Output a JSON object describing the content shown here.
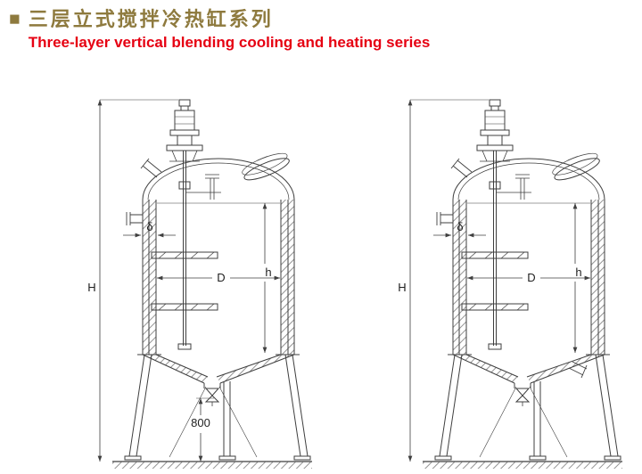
{
  "header": {
    "bullet_icon": "■",
    "title_zh": "三层立式搅拌冷热缸系列",
    "title_en": "Three-layer vertical blending cooling and heating series"
  },
  "colors": {
    "title_accent": "#8e7a3e",
    "title_english": "#e60012",
    "drawing_line": "#3f3f3f",
    "background": "#ffffff"
  },
  "diagram": {
    "labels": {
      "overall_height": "H",
      "wall_thickness": "δ",
      "diameter": "D",
      "inner_height": "h",
      "leg_clearance": "800"
    }
  }
}
